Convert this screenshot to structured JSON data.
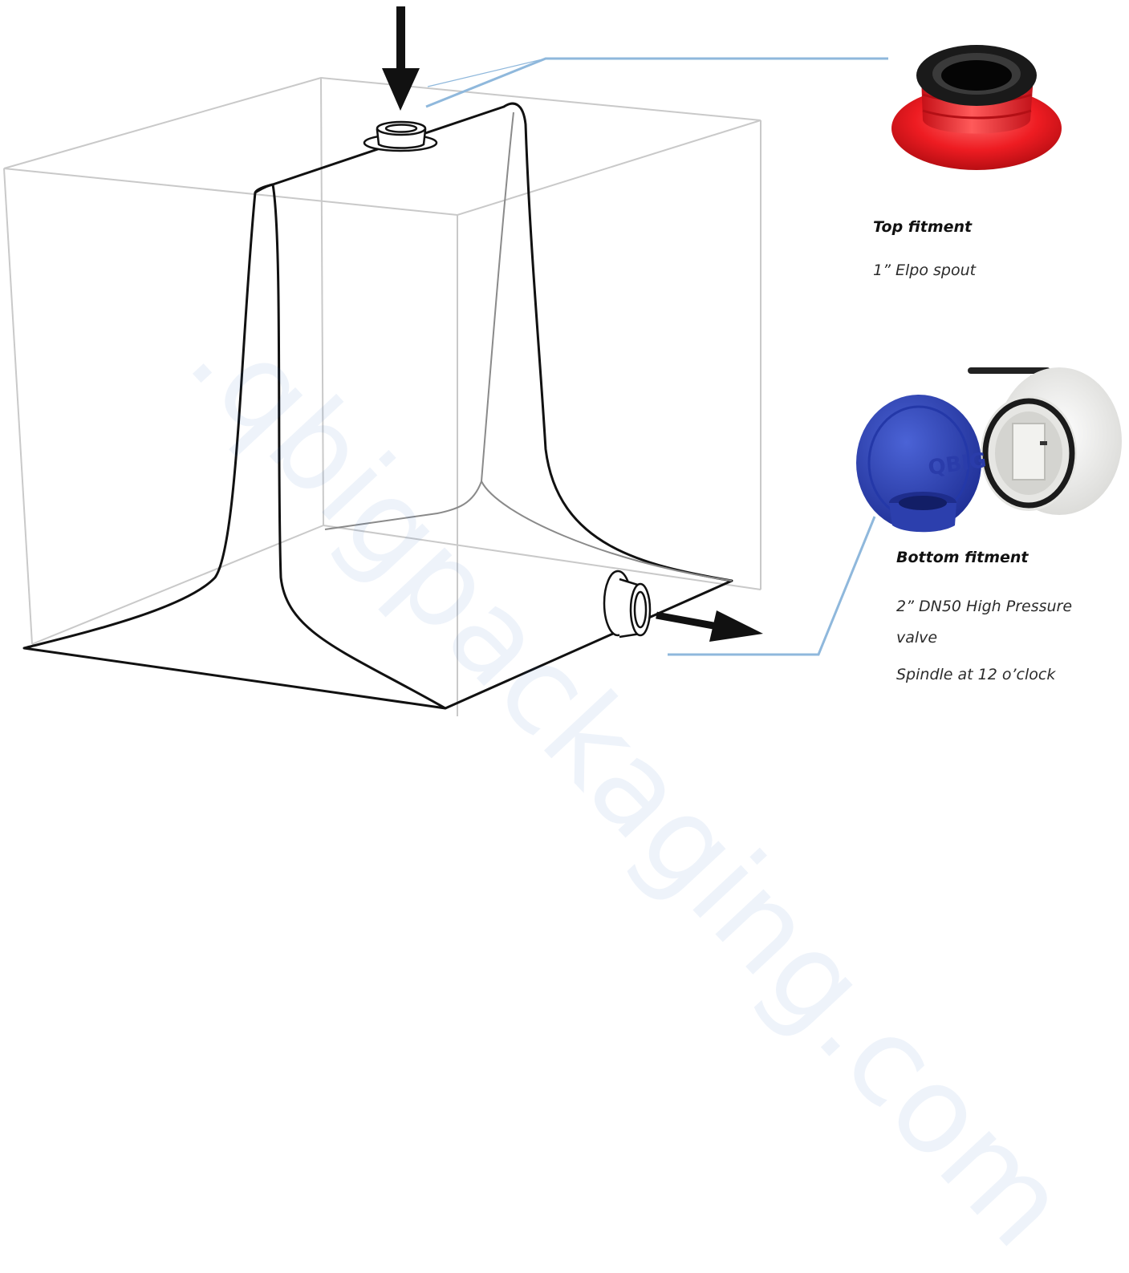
{
  "watermark": {
    "text": ".qbigpackaging.com"
  },
  "callouts": {
    "top": {
      "title": "Top fitment",
      "spec": "1” Elpo spout",
      "photo_colors": {
        "flange": "#e8161c",
        "rim": "#171717"
      }
    },
    "bottom": {
      "title": "Bottom fitment",
      "spec": "2” DN50 High Pressure valve",
      "spindle": "Spindle at 12 o’clock",
      "cap_brand": "QBIG",
      "photo_colors": {
        "cap": "#2a3fb0",
        "valve": "#f3f3f1"
      }
    }
  },
  "colors": {
    "leader": "#8fb8dc",
    "box": "#c9c9c9",
    "liner": "#111111"
  },
  "flow_arrows": [
    {
      "name": "fill-arrow",
      "direction": "down"
    },
    {
      "name": "discharge-arrow",
      "direction": "right"
    }
  ]
}
